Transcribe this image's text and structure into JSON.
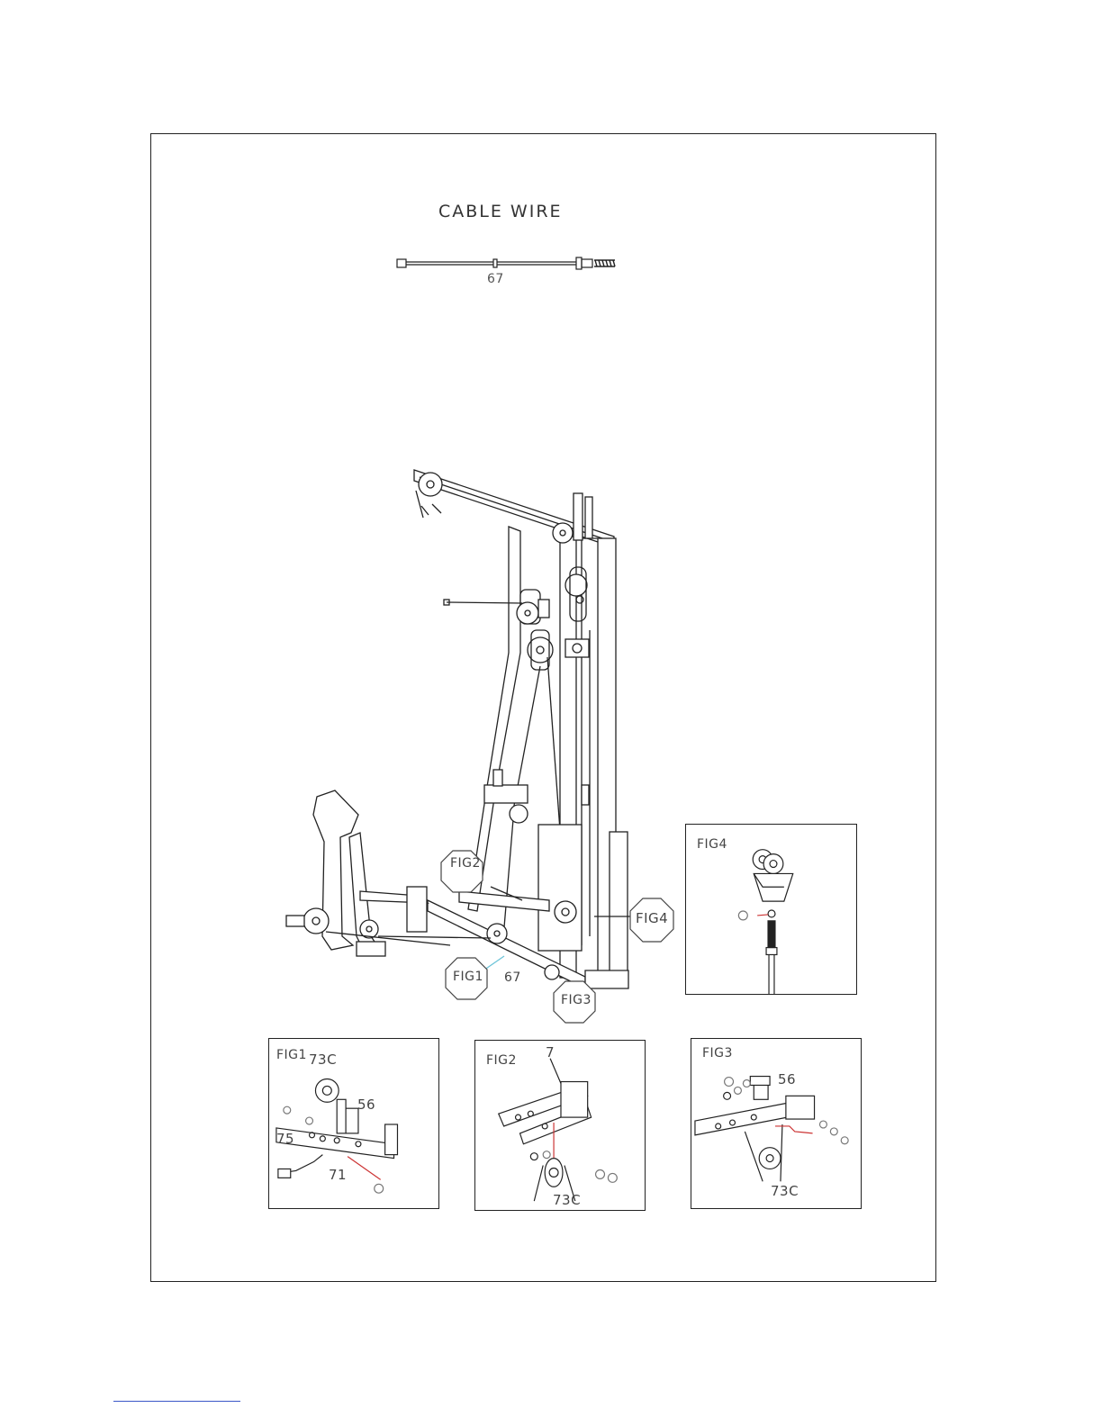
{
  "title": "CABLE WIRE",
  "cable_part": "67",
  "main_callouts": {
    "fig1": "FIG1",
    "fig2": "FIG2",
    "fig3": "FIG3",
    "fig4": "FIG4",
    "cable": "67"
  },
  "fig1": {
    "label": "FIG1",
    "pulley": "73C",
    "bracket": "56",
    "part75": "75",
    "part71": "71"
  },
  "fig2": {
    "label": "FIG2",
    "frame": "7",
    "pulley": "73C"
  },
  "fig3": {
    "label": "FIG3",
    "bracket": "56",
    "pulley": "73C"
  },
  "fig4": {
    "label": "FIG4"
  }
}
